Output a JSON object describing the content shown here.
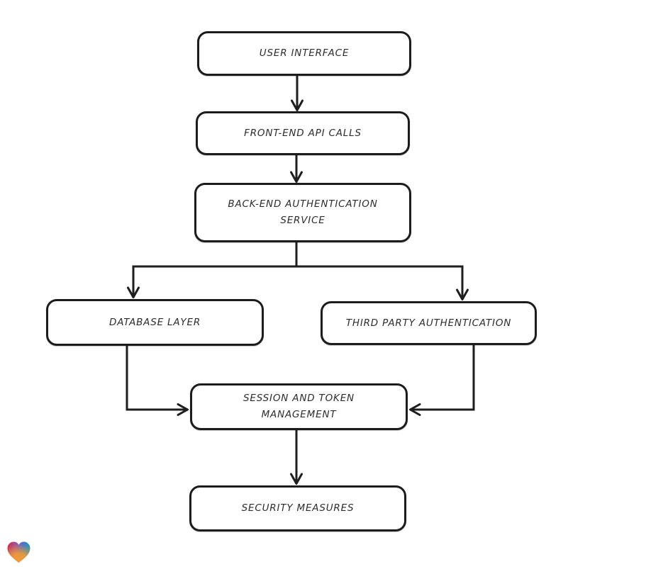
{
  "diagram": {
    "type": "flowchart",
    "background": "#ffffff",
    "stroke_color": "#1e1e1e",
    "node_fill": "#ffffff",
    "nodes": [
      {
        "id": "user-interface",
        "label": "USER INTERFACE"
      },
      {
        "id": "front-end-api-calls",
        "label": "FRONT-END API CALLS"
      },
      {
        "id": "back-end-authentication-service",
        "label": "BACK-END AUTHENTICATION\nSERVICE"
      },
      {
        "id": "database-layer",
        "label": "DATABASE LAYER"
      },
      {
        "id": "third-party-authentication",
        "label": "THIRD PARTY AUTHENTICATION"
      },
      {
        "id": "session-and-token-management",
        "label": "SESSION AND TOKEN\nMANAGEMENT"
      },
      {
        "id": "security-measures",
        "label": "SECURITY MEASURES"
      }
    ],
    "edges": [
      {
        "from": "user-interface",
        "to": "front-end-api-calls"
      },
      {
        "from": "front-end-api-calls",
        "to": "back-end-authentication-service"
      },
      {
        "from": "back-end-authentication-service",
        "to": "database-layer"
      },
      {
        "from": "back-end-authentication-service",
        "to": "third-party-authentication"
      },
      {
        "from": "database-layer",
        "to": "session-and-token-management"
      },
      {
        "from": "third-party-authentication",
        "to": "session-and-token-management"
      },
      {
        "from": "session-and-token-management",
        "to": "security-measures"
      }
    ]
  },
  "watermark": {
    "icon": "heart-icon",
    "gradient_colors": [
      "#e0262c",
      "#a0529f",
      "#3d7bd0",
      "#2ba198",
      "#f49b33"
    ]
  }
}
